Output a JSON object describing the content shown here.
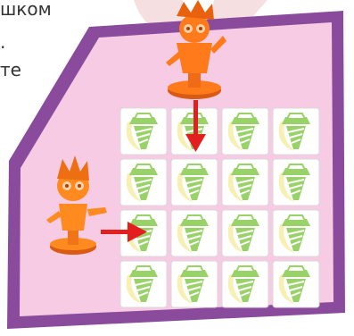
{
  "text_fragments": {
    "line1": "шком",
    "line2": ".",
    "line3": "те"
  },
  "board": {
    "rows": 4,
    "cols": 4,
    "tile_icon": "screw-icon",
    "colors": {
      "board_fill": "#f6cbe3",
      "board_border": "#8a4b9d",
      "tile_bg": "#ffffff",
      "tile_border": "#d9d9d9",
      "screw_green": "#9ad26a",
      "screw_yellow": "#f7f0b5",
      "arrow_red": "#e31e1e"
    }
  },
  "figures": [
    {
      "name": "fixie-boy-figure",
      "color": "#ff7a1a"
    },
    {
      "name": "fixie-girl-figure",
      "color": "#ff8a1f"
    }
  ],
  "arrows": [
    {
      "name": "arrow-down",
      "direction": "down"
    },
    {
      "name": "arrow-right",
      "direction": "right"
    }
  ]
}
